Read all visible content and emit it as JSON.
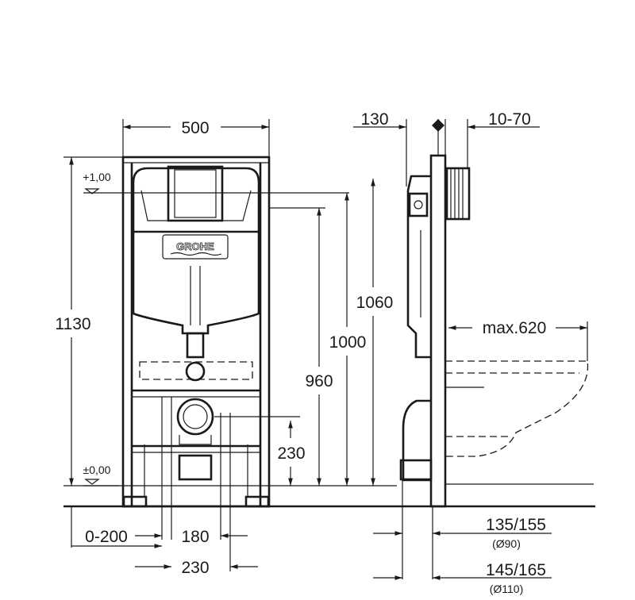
{
  "dimensions": {
    "frame_width": "500",
    "depth": "130",
    "wall_offset": "10-70",
    "level_top": "+1,00",
    "level_floor": "±0,00",
    "total_height": "1130",
    "height_1060": "1060",
    "height_1000": "1000",
    "height_960": "960",
    "max_projection": "max.620",
    "outlet_height": "230",
    "foot_adjust": "0-200",
    "outlet_spacing_180": "180",
    "outlet_spacing_230": "230",
    "outlet_dist_90": "135/155",
    "pipe_90": "(Ø90)",
    "outlet_dist_110": "145/165",
    "pipe_110": "(Ø110)"
  },
  "logo": "GROHE"
}
